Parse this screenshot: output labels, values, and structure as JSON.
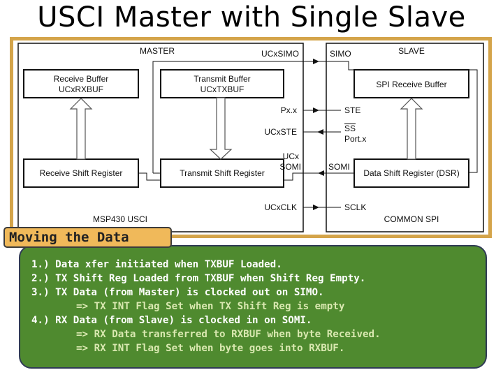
{
  "title": "USCI Master with Single Slave",
  "diagram": {
    "master_label": "MASTER",
    "slave_label": "SLAVE",
    "receive_buffer": [
      "Receive Buffer",
      "UCxRXBUF"
    ],
    "transmit_buffer": [
      "Transmit Buffer",
      "UCxTXBUF"
    ],
    "receive_shift": "Receive Shift Register",
    "transmit_shift": "Transmit Shift Register",
    "spi_receive_buffer": "SPI Receive Buffer",
    "data_shift": "Data Shift Register (DSR)",
    "ucxsimo": "UCxSIMO",
    "simo": "SIMO",
    "pxx": "Px.x",
    "ste": "STE",
    "ucxste": "UCxSTE",
    "ss": "SS",
    "portx": "Port.x",
    "ucx": "UCx",
    "somi_master": "SOMI",
    "somi_slave": "SOMI",
    "ucxclk": "UCxCLK",
    "sclk": "SCLK",
    "msp430": "MSP430 USCI",
    "common_spi": "COMMON SPI"
  },
  "section_label": "Moving the Data",
  "notes": [
    {
      "text": "1.) Data xfer initiated when TXBUF Loaded.",
      "level": "main"
    },
    {
      "text": "2.) TX Shift Reg Loaded from TXBUF when Shift Reg Empty.",
      "level": "main"
    },
    {
      "text": "3.) TX Data (from Master) is clocked out on SIMO.",
      "level": "main"
    },
    {
      "text": "=> TX INT Flag Set when TX Shift Reg is empty",
      "level": "sub"
    },
    {
      "text": "4.) RX Data (from Slave) is clocked in on SOMI.",
      "level": "main"
    },
    {
      "text": "=> RX Data transferred to RXBUF when byte Received.",
      "level": "sub"
    },
    {
      "text": "=> RX INT Flag Set when byte goes into RXBUF.",
      "level": "sub"
    }
  ]
}
